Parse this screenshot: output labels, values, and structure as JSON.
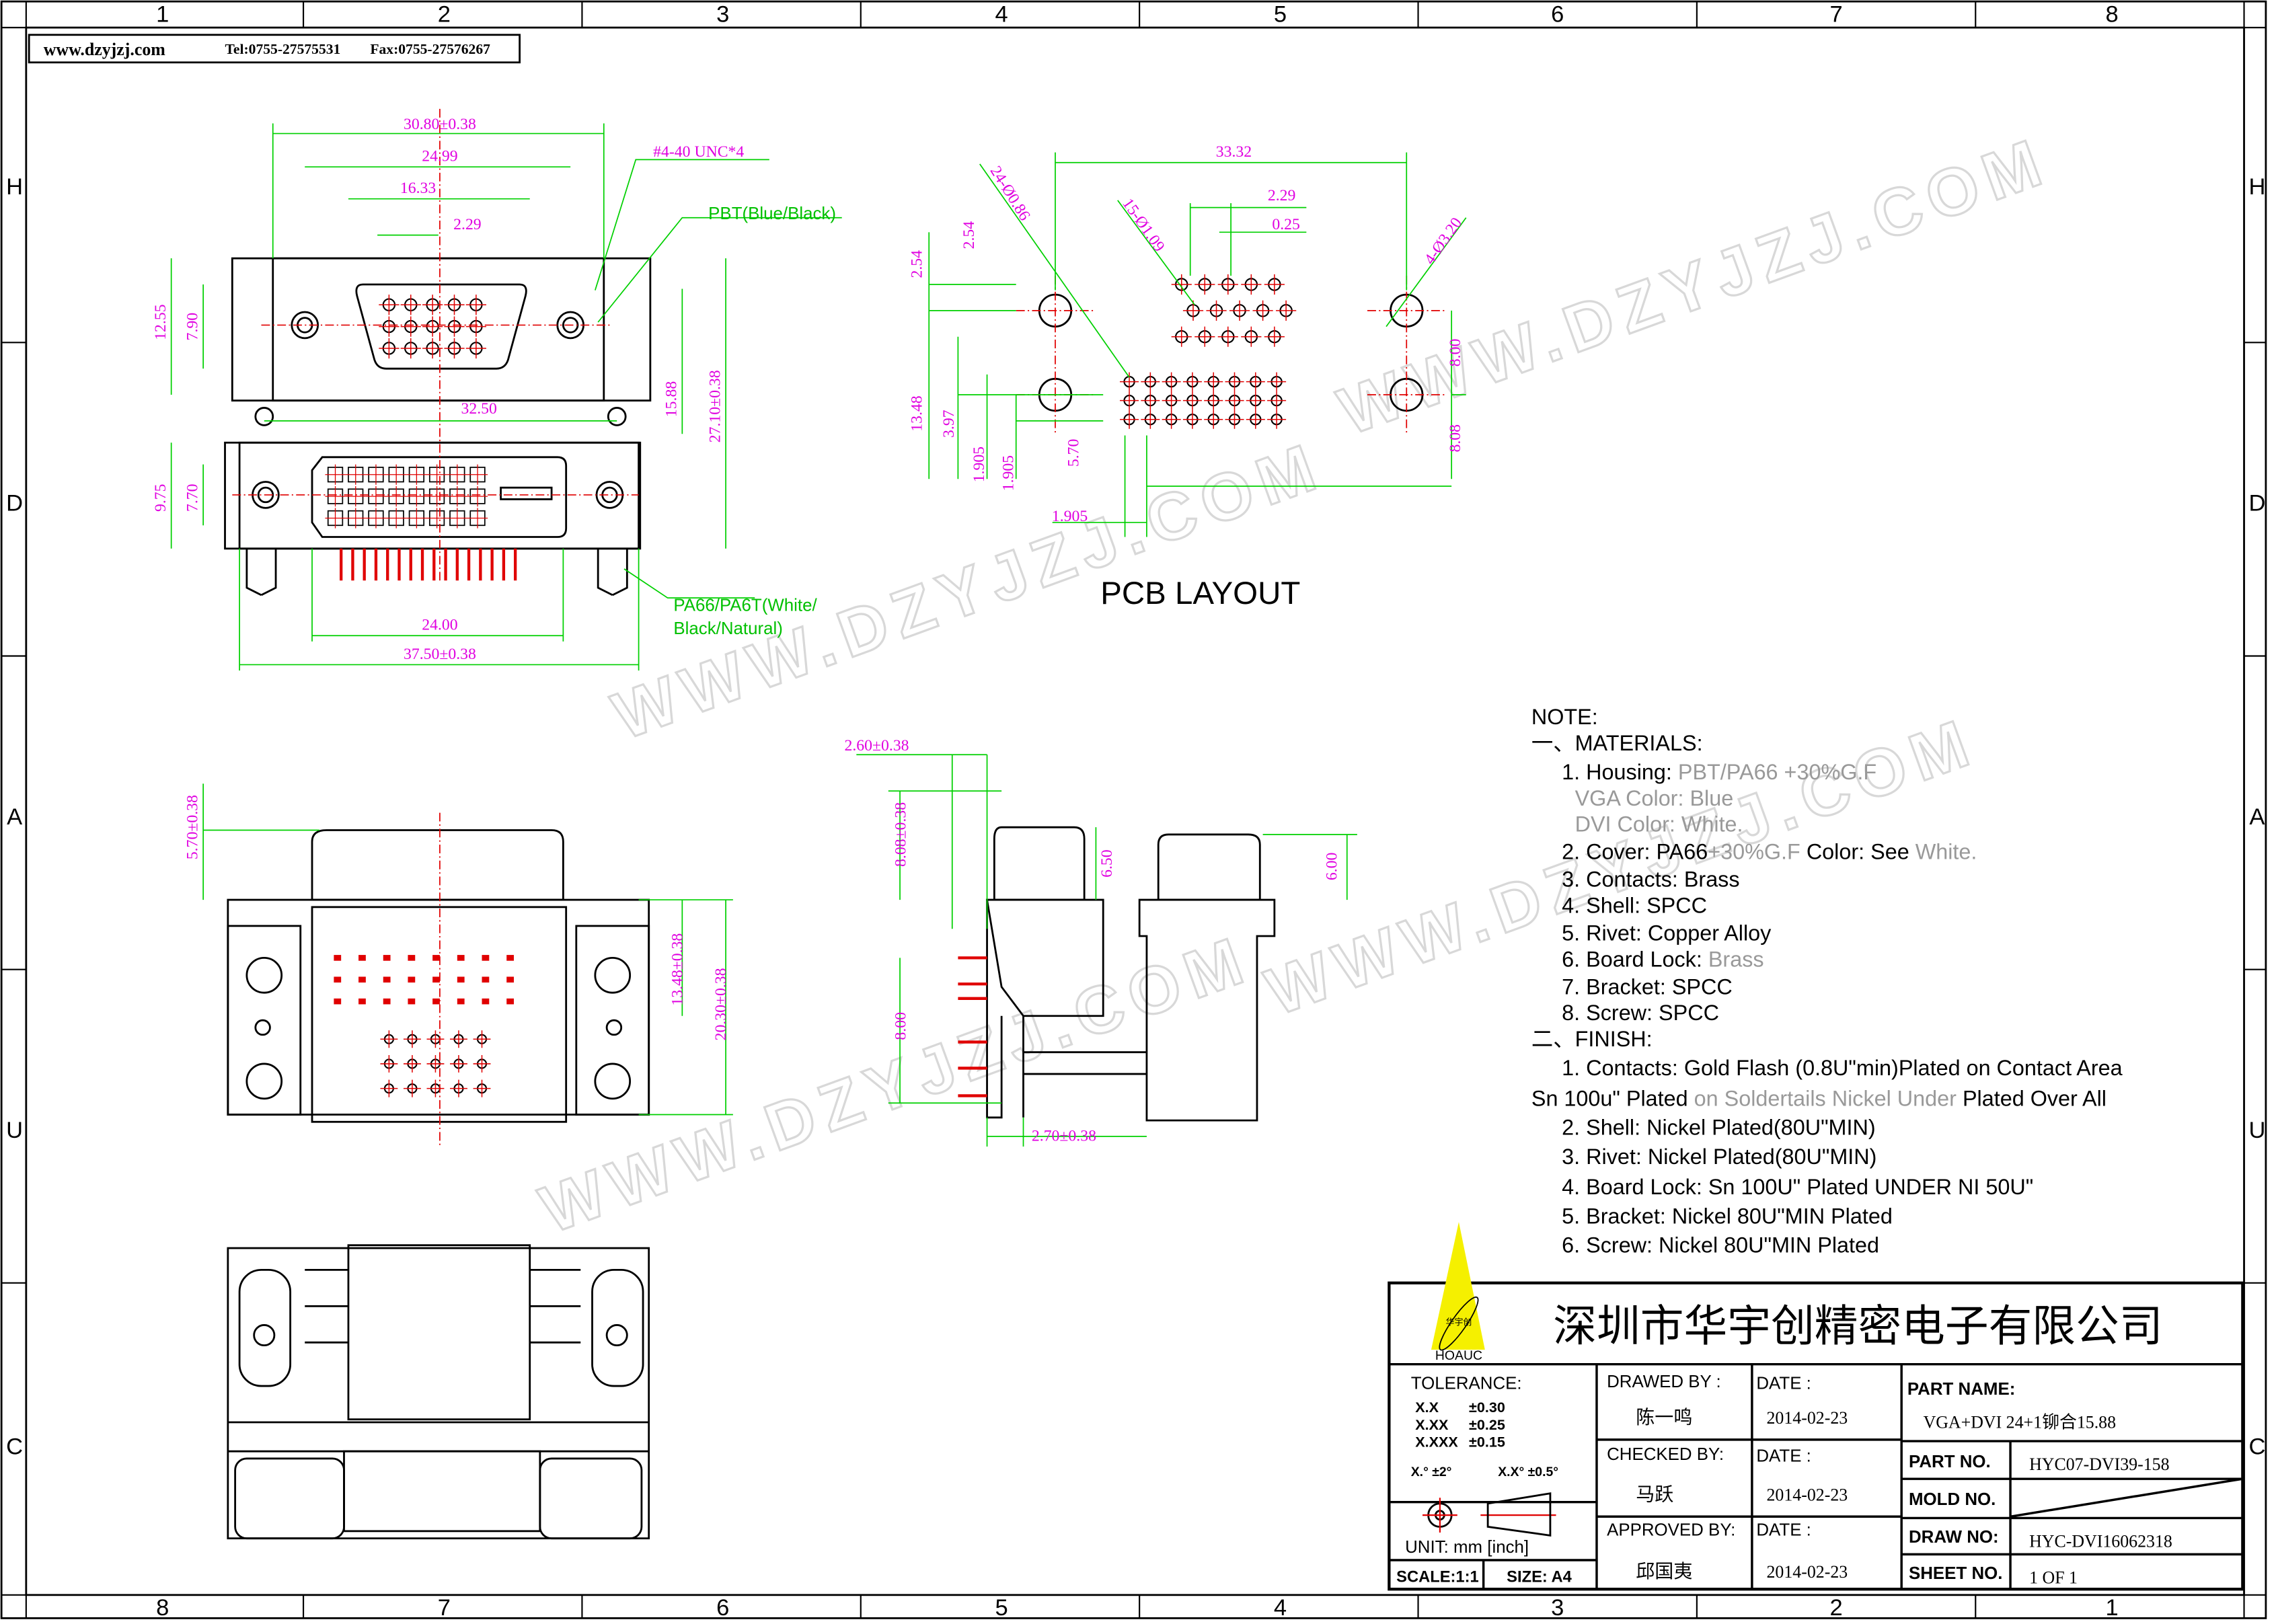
{
  "header": {
    "website": "www.dzyjzj.com",
    "tel": "Tel:0755-27575531",
    "fax": "Fax:0755-27576267"
  },
  "ruler": {
    "top": [
      "1",
      "2",
      "3",
      "4",
      "5",
      "6",
      "7",
      "8"
    ],
    "bottom": [
      "8",
      "7",
      "6",
      "5",
      "4",
      "3",
      "2",
      "1"
    ],
    "side": [
      "H",
      "D",
      "A",
      "U",
      "C"
    ]
  },
  "watermark": "WWW.DZYJZJ.COM",
  "front_view": {
    "dims": [
      "30.80±0.38",
      "24.99",
      "16.33",
      "2.29",
      "12.55",
      "7.90",
      "32.50",
      "15.88",
      "27.10±0.38",
      "9.75",
      "7.70",
      "24.00",
      "37.50±0.38"
    ],
    "labels": {
      "screw": "#4-40 UNC*4",
      "vga_material": "PBT(Blue/Black)",
      "dvi_material_1": "PA66/PA6T(White/",
      "dvi_material_2": "Black/Natural)"
    }
  },
  "pcb_layout": {
    "title": "PCB LAYOUT",
    "dims": [
      "33.32",
      "24-Ø0.86",
      "15-Ø1.09",
      "2.29",
      "0.25",
      "4-Ø3.20",
      "2.54",
      "2.54",
      "13.48",
      "3.97",
      "1.905",
      "1.905",
      "5.70",
      "8.00",
      "8.08",
      "1.905"
    ]
  },
  "bottom_view": {
    "dims": [
      "5.70±0.38",
      "13.48±0.38",
      "20.30±0.38"
    ]
  },
  "side_view": {
    "dims": [
      "2.60±0.38",
      "8.08±0.38",
      "6.50",
      "6.00",
      "8.00",
      "2.70±0.38"
    ]
  },
  "notes": {
    "title": "NOTE:",
    "materials_heading": "一、MATERIALS:",
    "materials": [
      {
        "label": "1. Housing:",
        "value": "PBT/PA66 +30%G.F",
        "gray": true
      },
      {
        "label": "",
        "value": "VGA Color: Blue",
        "gray": true
      },
      {
        "label": "",
        "value": "DVI Color: White.",
        "gray": true
      },
      {
        "label": "2. Cover: PA66",
        "value": "+30%G.F",
        "gray": true,
        "extra": "Color: See",
        "extra2": "White."
      },
      {
        "label": "3. Contacts: Brass"
      },
      {
        "label": "4. Shell: SPCC"
      },
      {
        "label": "5. Rivet: Copper Alloy"
      },
      {
        "label": "6. Board Lock:",
        "value": "Brass",
        "gray": true
      },
      {
        "label": "7. Bracket: SPCC"
      },
      {
        "label": "8. Screw: SPCC"
      }
    ],
    "finish_heading": "二、FINISH:",
    "finish": {
      "line1": "1. Contacts: Gold Flash (0.8U\"min)Plated on Contact Area",
      "line2a": "Sn 100u\" Plated",
      "line2b": "on Soldertails  Nickel Under",
      "line2c": "Plated Over All",
      "items": [
        "2. Shell: Nickel Plated(80U\"MIN)",
        "3. Rivet: Nickel Plated(80U\"MIN)",
        "4. Board Lock: Sn 100U\" Plated UNDER NI 50U\"",
        "5. Bracket: Nickel 80U\"MIN Plated",
        "6. Screw: Nickel 80U\"MIN Plated"
      ]
    }
  },
  "title_block": {
    "logo_text": "HOAUC",
    "logo_cn": "华宇创",
    "company": "深圳市华宇创精密电子有限公司",
    "tolerance": {
      "title": "TOLERANCE:",
      "rows": [
        [
          "X.X",
          "±0.30"
        ],
        [
          "X.XX",
          "±0.25"
        ],
        [
          "X.XXX",
          "±0.15"
        ]
      ],
      "angle1": "X.° ±2°",
      "angle2": "X.X° ±0.5°"
    },
    "unit": "UNIT:  mm  [inch]",
    "scale": "SCALE:1:1",
    "size": "SIZE:  A4",
    "drawed_by_label": "DRAWED BY :",
    "drawed_by": "陈一鸣",
    "checked_by_label": "CHECKED BY:",
    "checked_by": "马跃",
    "approved_by_label": "APPROVED BY:",
    "approved_by": "邱国夷",
    "date_label": "DATE :",
    "dates": [
      "2014-02-23",
      "2014-02-23",
      "2014-02-23"
    ],
    "part_name_label": "PART NAME:",
    "part_name": "VGA+DVI 24+1铆合15.88",
    "part_no_label": "PART NO.",
    "part_no": "HYC07-DVI39-158",
    "mold_no_label": "MOLD NO.",
    "draw_no_label": "DRAW NO:",
    "draw_no": "HYC-DVI16062318",
    "sheet_no_label": "SHEET NO.",
    "sheet_no": "1 OF 1"
  }
}
